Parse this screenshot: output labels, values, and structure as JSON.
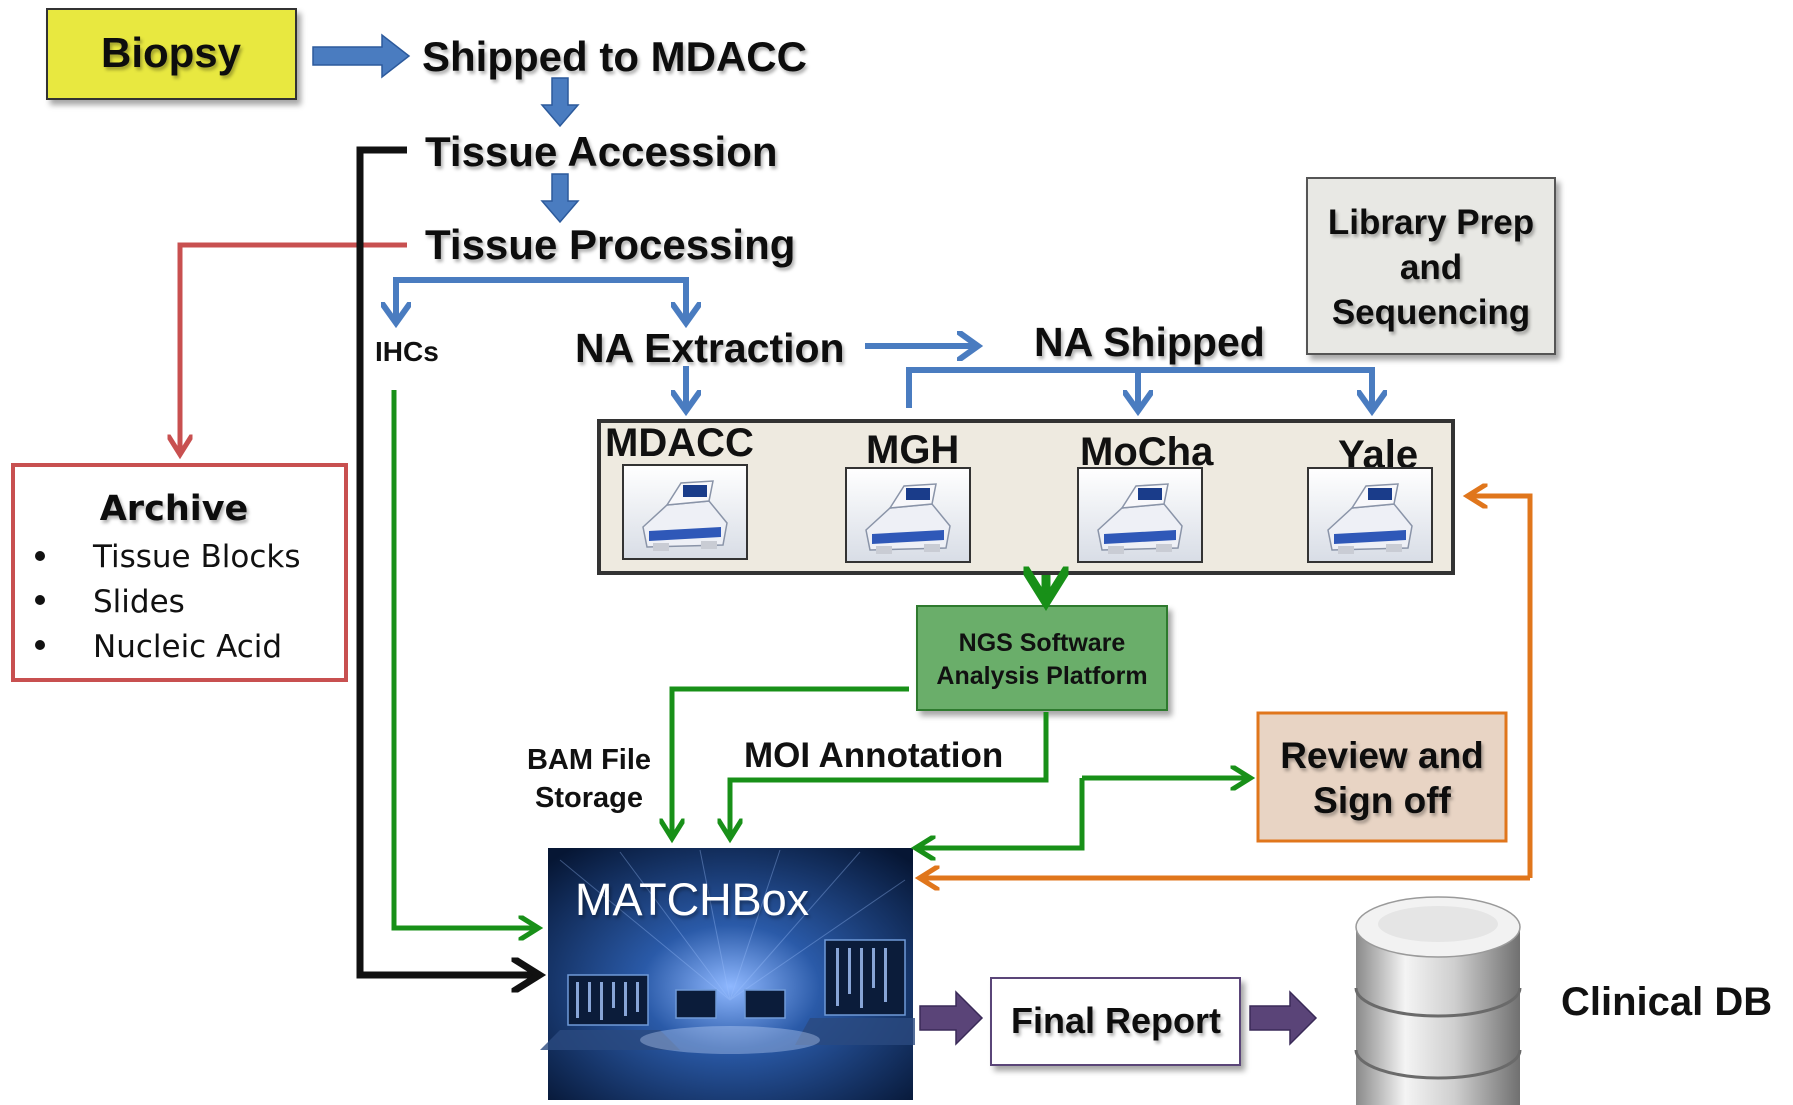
{
  "nodes": {
    "biopsy": "Biopsy",
    "shipped": "Shipped to MDACC",
    "accession": "Tissue Accession",
    "processing": "Tissue Processing",
    "ihcs": "IHCs",
    "na_extraction": "NA Extraction",
    "na_shipped": "NA Shipped",
    "library_prep": [
      "Library Prep",
      "and",
      "Sequencing"
    ],
    "archive": {
      "title": "Archive",
      "items": [
        "Tissue Blocks",
        "Slides",
        "Nucleic Acid"
      ]
    },
    "labs": [
      "MDACC",
      "MGH",
      "MoCha",
      "Yale"
    ],
    "ngs": [
      "NGS Software",
      "Analysis Platform"
    ],
    "bam": [
      "BAM File",
      "Storage"
    ],
    "moi": "MOI Annotation",
    "review": [
      "Review and",
      "Sign off"
    ],
    "matchbox": "MATCHBox",
    "final_report": "Final Report",
    "clinical_db": "Clinical DB"
  },
  "colors": {
    "blue_arrow": "#4a7cc0",
    "green_arrow": "#189018",
    "orange_arrow": "#e0761c",
    "red_arrow": "#c85050",
    "black_arrow": "#111111",
    "purple_arrow": "#5a4478",
    "biopsy_fill": "#e8e840",
    "lab_panel_fill": "#eeeae0",
    "ngs_fill": "#6aae6a",
    "review_fill": "#e8d4c4",
    "library_fill": "#e8e8e4"
  },
  "icons": [
    "sequencer-icon",
    "database-icon",
    "matchbox-laptops-image"
  ]
}
